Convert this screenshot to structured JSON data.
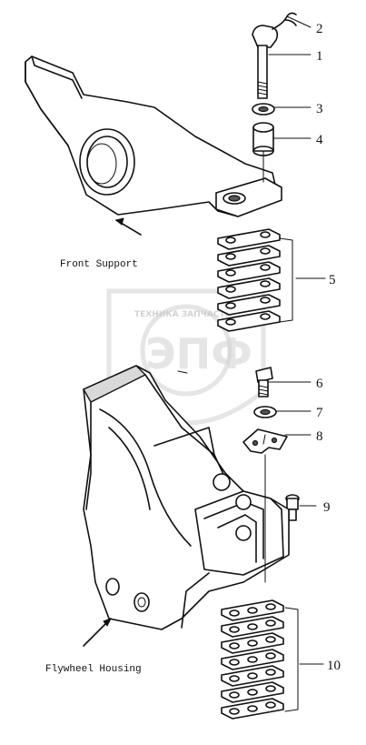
{
  "watermark": {
    "text": "ТЕХНИКА ЗАПЧАСТИ",
    "logo_letters": "ЭПФ"
  },
  "labels": {
    "front_support": "Front Support",
    "flywheel_housing": "Flywheel Housing"
  },
  "callouts": [
    "1",
    "2",
    "3",
    "4",
    "5",
    "6",
    "7",
    "8",
    "9",
    "10"
  ]
}
